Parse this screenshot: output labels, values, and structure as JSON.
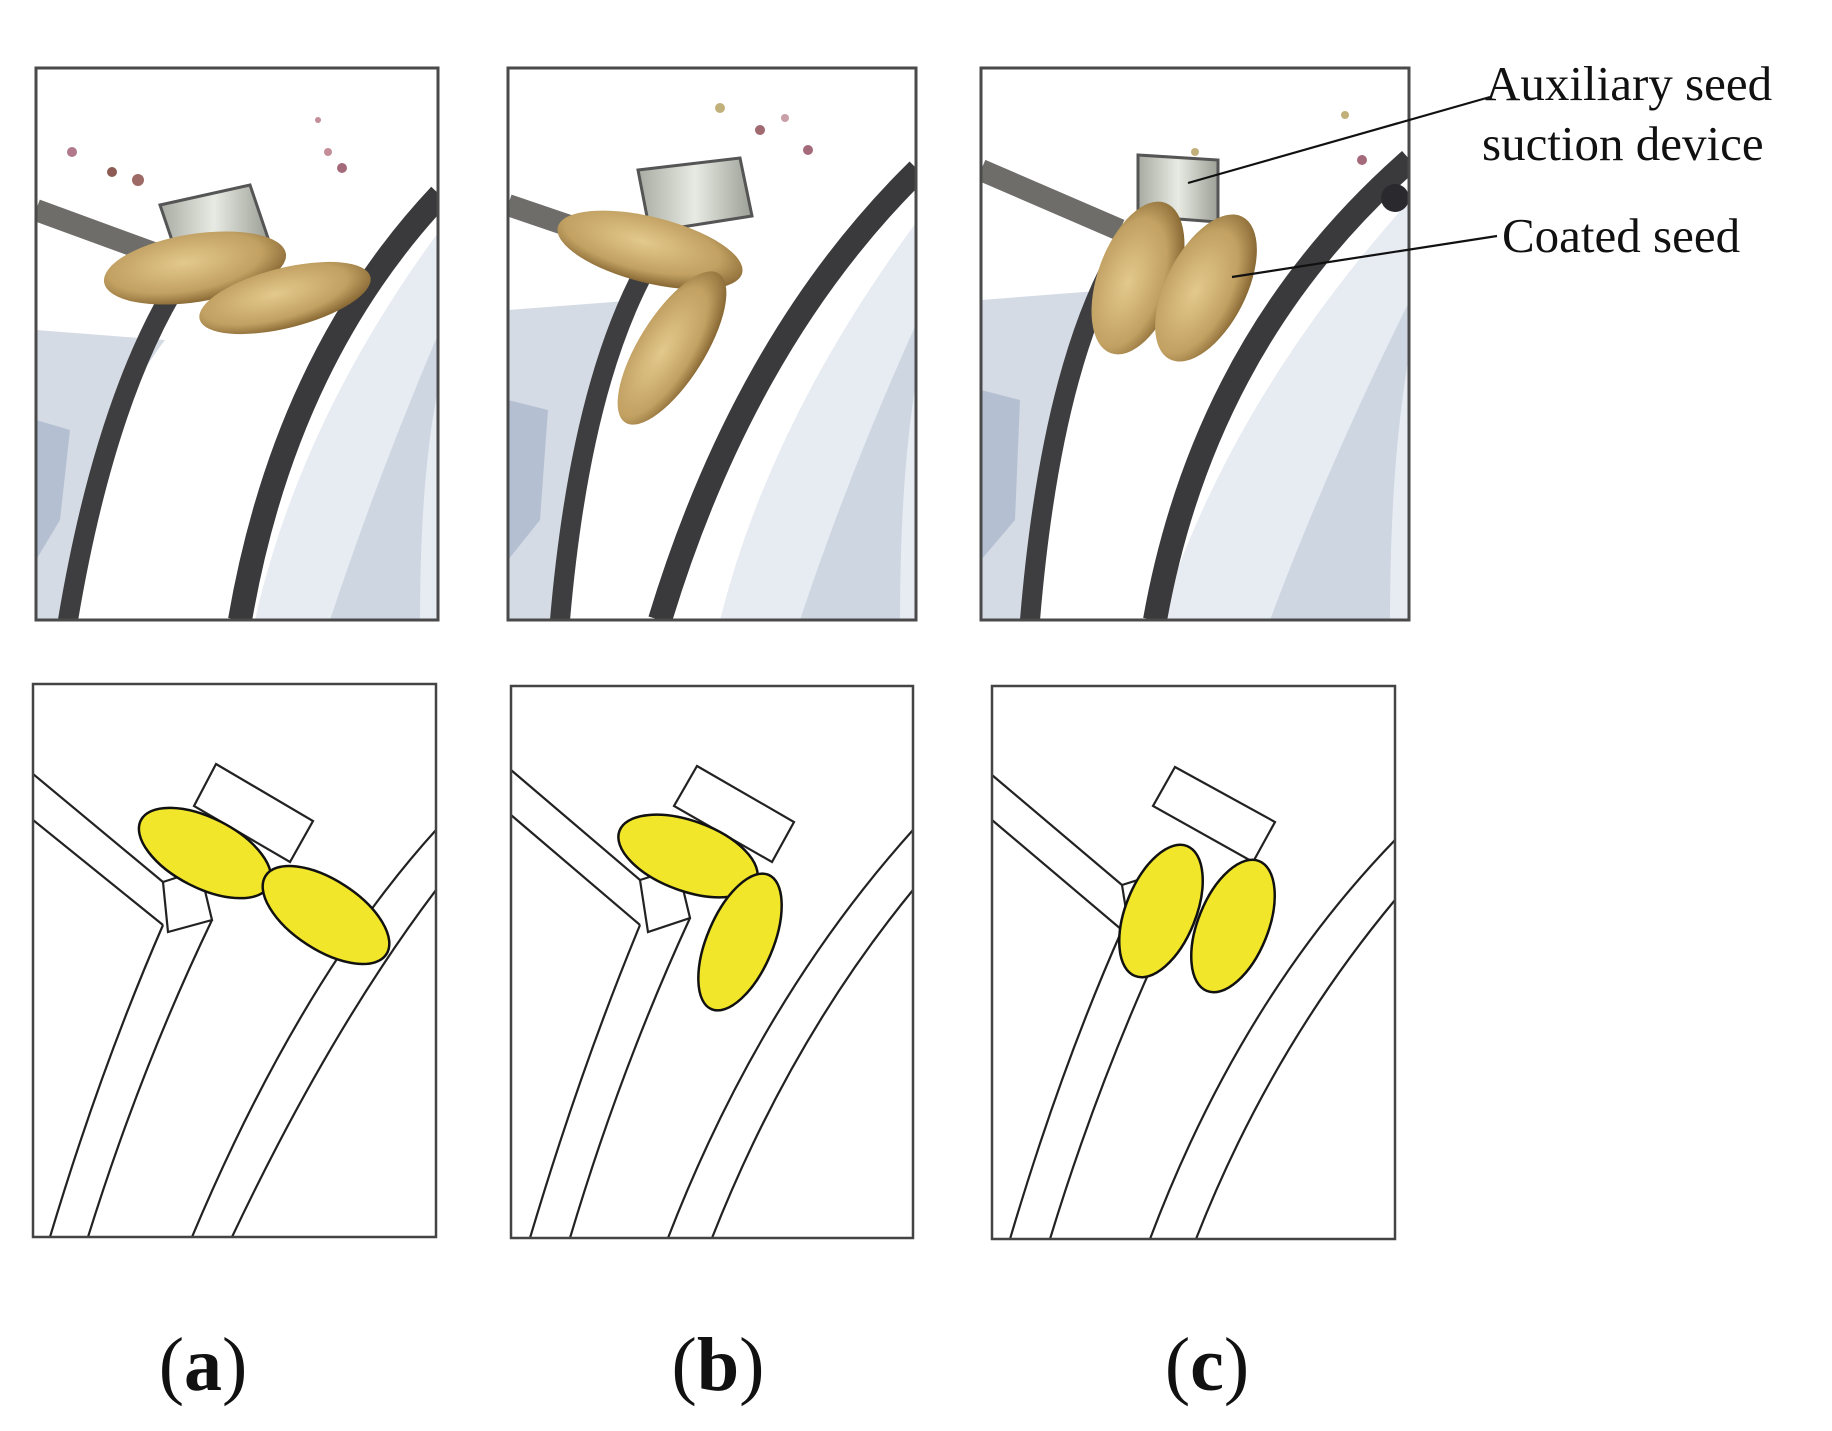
{
  "colors": {
    "seed_fill": "#f2e62a",
    "seed_photo": "#bf9f5c",
    "device_photo": "#c4c7bd",
    "frame_stroke": "#4a4a4a",
    "line_stroke": "#222222"
  },
  "annotations": {
    "device_line1": "Auxiliary seed",
    "device_line2": "suction device",
    "seed": "Coated seed"
  },
  "panels": [
    {
      "id": "a",
      "open": "(",
      "letter": "a",
      "close": ")",
      "seed_arrangement": "two seeds lying end to end along the guide slot"
    },
    {
      "id": "b",
      "open": "(",
      "letter": "b",
      "close": ")",
      "seed_arrangement": "one seed under the device, second seed hanging below it"
    },
    {
      "id": "c",
      "open": "(",
      "letter": "c",
      "close": ")",
      "seed_arrangement": "two seeds standing side by side"
    }
  ]
}
